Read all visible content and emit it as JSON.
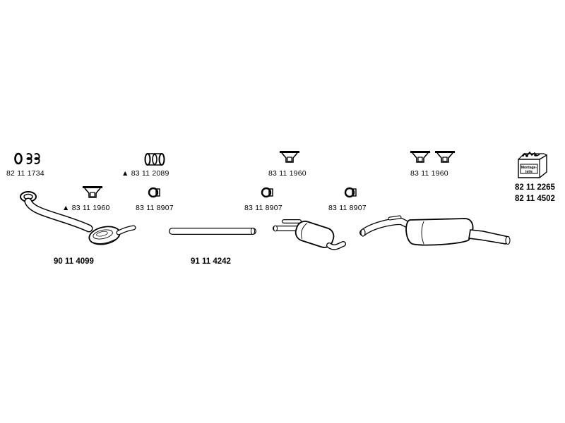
{
  "parts": {
    "clamp_rings": {
      "number": "82 11 1734"
    },
    "hanger_a": {
      "number": "83 11 1960",
      "warning": "▲"
    },
    "clamp_sleeve": {
      "number": "83 11 2089",
      "warning": "▲"
    },
    "clamp_small_a": {
      "number": "83 11 8907"
    },
    "hanger_b": {
      "number": "83 11 1960"
    },
    "clamp_small_b": {
      "number": "83 11 8907"
    },
    "clamp_small_c": {
      "number": "83 11 8907"
    },
    "hanger_c": {
      "number": "83 11 1960"
    },
    "mounting_kit": {
      "numbers": [
        "82 11 2265",
        "82 11 4502"
      ],
      "box_text": [
        "Montage-",
        "teile"
      ]
    },
    "front_pipe": {
      "number": "90 11 4099"
    },
    "middle_pipe": {
      "number": "91 11 4242"
    }
  }
}
